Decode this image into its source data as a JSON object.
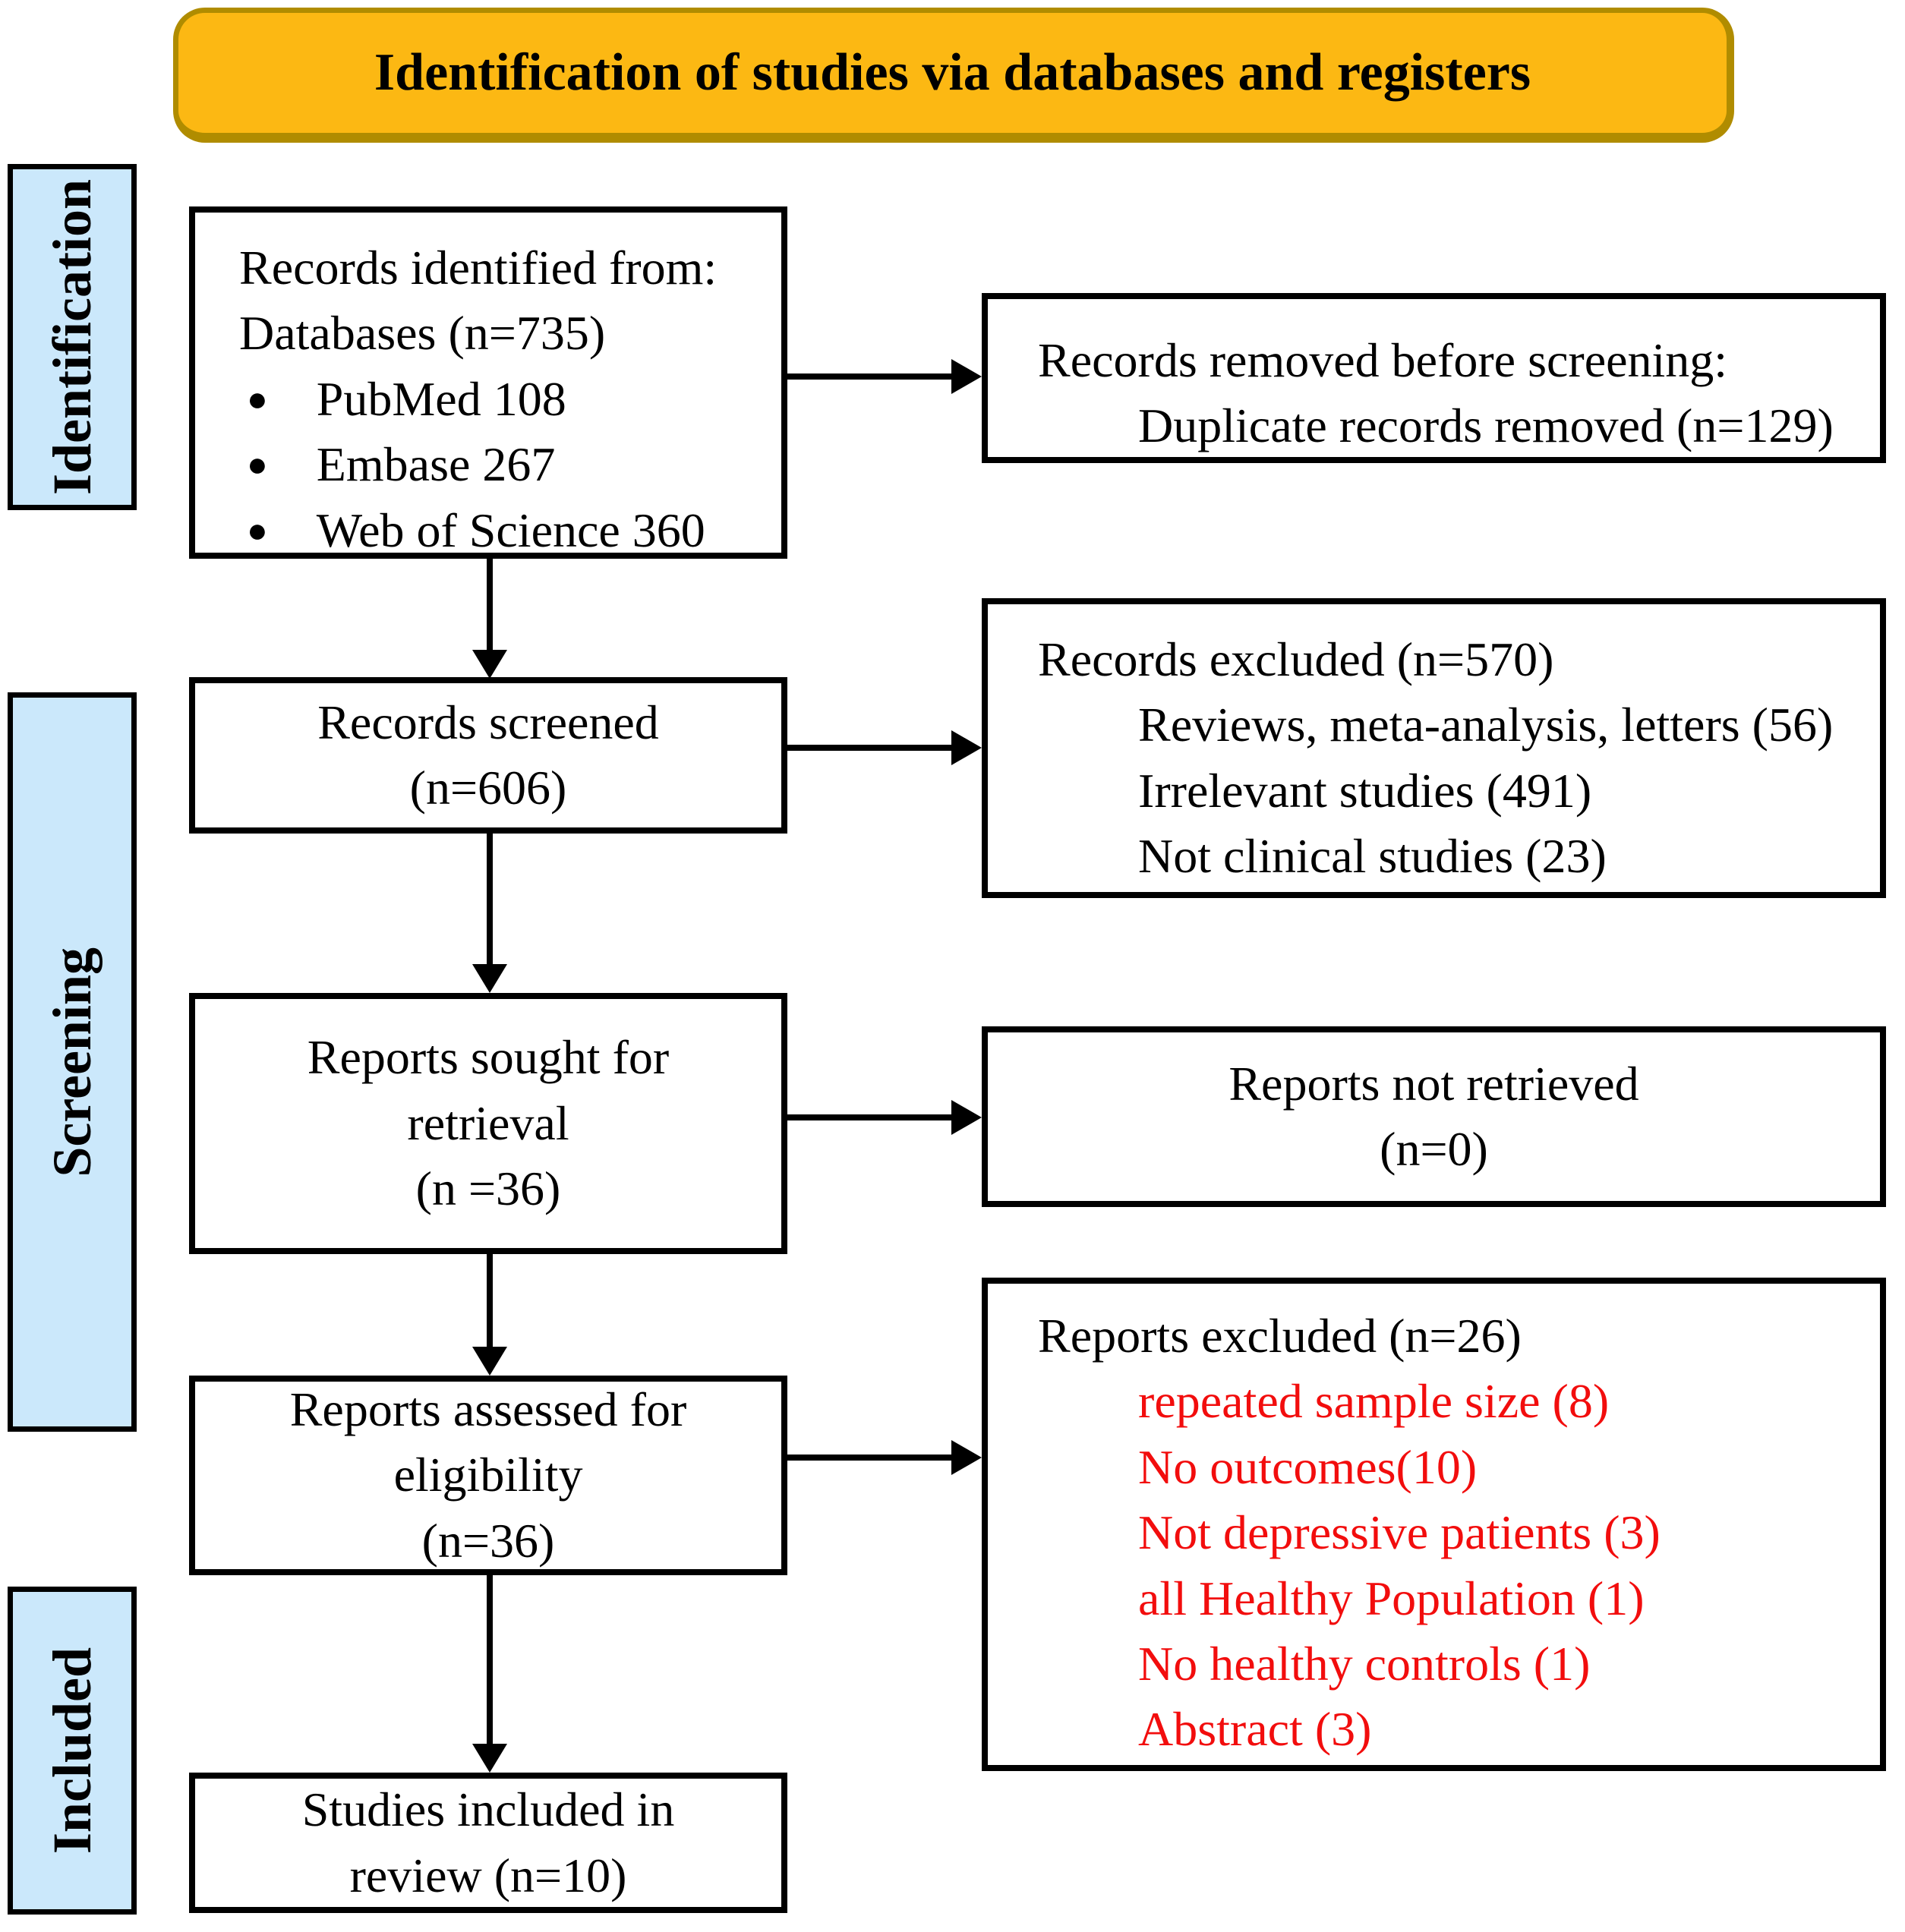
{
  "banner": {
    "title": "Identification of studies via databases and registers"
  },
  "sidebar": {
    "items": [
      {
        "label": "Identification"
      },
      {
        "label": "Screening"
      },
      {
        "label": "Included"
      }
    ]
  },
  "flow": {
    "identified": {
      "line1": "Records identified from:",
      "line2": "Databases (n=735)",
      "bullet_glyph": "●",
      "bullets": [
        "PubMed 108",
        "Embase 267",
        "Web of Science 360"
      ]
    },
    "removed": {
      "title": "Records removed before screening:",
      "items": [
        "Duplicate records removed (n=129)"
      ]
    },
    "screened": {
      "line1": "Records screened",
      "line2": "(n=606)"
    },
    "excluded_records": {
      "title": "Records excluded (n=570)",
      "items": [
        "Reviews, meta-analysis, letters (56)",
        "Irrelevant studies (491)",
        "Not clinical studies (23)"
      ]
    },
    "sought": {
      "line1": "Reports sought for",
      "line2": "retrieval",
      "line3": "(n =36)"
    },
    "not_retrieved": {
      "line1": "Reports not retrieved",
      "line2": "(n=0)"
    },
    "assessed": {
      "line1": "Reports assessed for",
      "line2": "eligibility",
      "line3": "(n=36)"
    },
    "excluded_reports": {
      "title": "Reports excluded (n=26)",
      "items": [
        "repeated sample size (8)",
        "No outcomes(10)",
        "Not depressive patients (3)",
        "all Healthy Population (1)",
        "No healthy controls (1)",
        "Abstract (3)"
      ]
    },
    "included": {
      "line1": "Studies included in",
      "line2": "review (n=10)"
    }
  },
  "colors": {
    "banner_bg": "#FCB813",
    "banner_border": "#B08C00",
    "stage_bg": "#CBE8FB",
    "excluded_text_red": "#F20D0D",
    "line_black": "#000000"
  }
}
